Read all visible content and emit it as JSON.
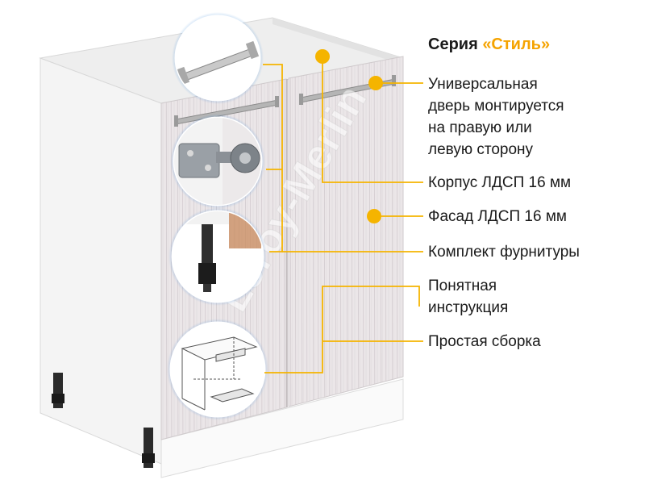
{
  "title": {
    "prefix": "Серия",
    "series": "«Стиль»"
  },
  "watermark": "Leroy-Merlin",
  "colors": {
    "accent": "#f5b400",
    "line": "#f5b400",
    "halo": "#2a7fd6",
    "body": "#ffffff",
    "facade": "#e9e4e6",
    "text": "#1a1a1a"
  },
  "features": [
    {
      "id": "door",
      "lines": [
        "Универсальная",
        "дверь монтируется",
        "на правую или",
        "левую сторону"
      ]
    },
    {
      "id": "body",
      "lines": [
        "Корпус ЛДСП 16 мм"
      ]
    },
    {
      "id": "facade",
      "lines": [
        "Фасад ЛДСП 16 мм"
      ]
    },
    {
      "id": "hardware",
      "lines": [
        "Комплект фурнитуры"
      ]
    },
    {
      "id": "manual",
      "lines": [
        "Понятная",
        "инструкция"
      ]
    },
    {
      "id": "assembly",
      "lines": [
        "Простая сборка"
      ]
    }
  ],
  "insets": [
    {
      "name": "handle-detail",
      "icon": "handle-icon"
    },
    {
      "name": "hinge-detail",
      "icon": "hinge-icon"
    },
    {
      "name": "leg-detail",
      "icon": "leg-icon"
    },
    {
      "name": "instruction-detail",
      "icon": "instruction-diagram-icon"
    }
  ]
}
